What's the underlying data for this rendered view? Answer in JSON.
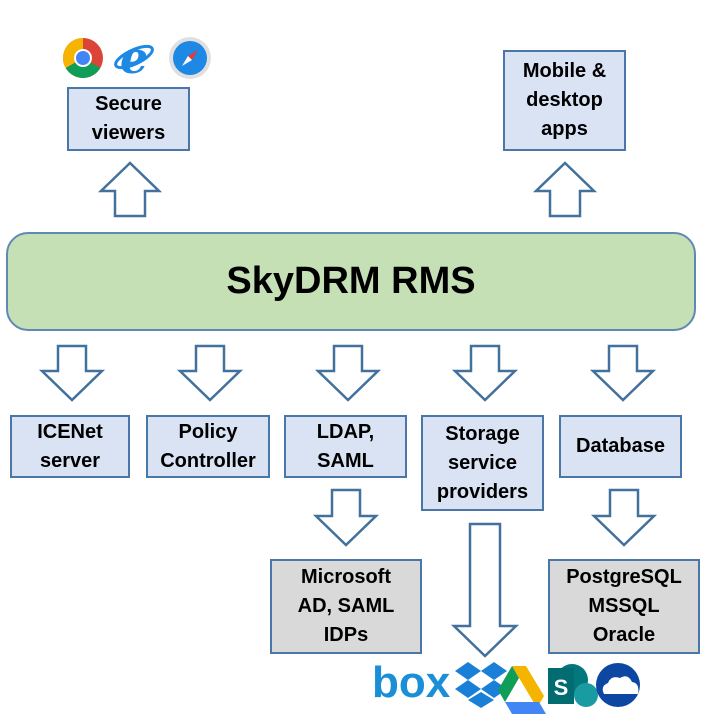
{
  "diagram": {
    "center": "SkyDRM RMS",
    "top_boxes": {
      "secure_viewers": "Secure\nviewers",
      "apps": "Mobile &\ndesktop\napps"
    },
    "bottom_boxes": {
      "icenet": "ICENet\nserver",
      "policy": "Policy\nController",
      "ldap": "LDAP,\nSAML",
      "storage": "Storage\nservice\nproviders",
      "database": "Database"
    },
    "leaf_boxes": {
      "idps": "Microsoft\nAD, SAML\nIDPs",
      "dbs": "PostgreSQL\nMSSQL\nOracle"
    },
    "logos": {
      "browsers": [
        "chrome-icon",
        "internet-explorer-icon",
        "safari-icon"
      ],
      "storage": [
        "box-logo",
        "dropbox-logo",
        "google-drive-logo",
        "sharepoint-logo",
        "onedrive-logo"
      ],
      "box_text": "box"
    },
    "colors": {
      "box_fill": "#dae3f3",
      "box_border": "#4a76a8",
      "center_fill": "#c5e0b4",
      "leaf_fill": "#d9d9d9"
    }
  }
}
